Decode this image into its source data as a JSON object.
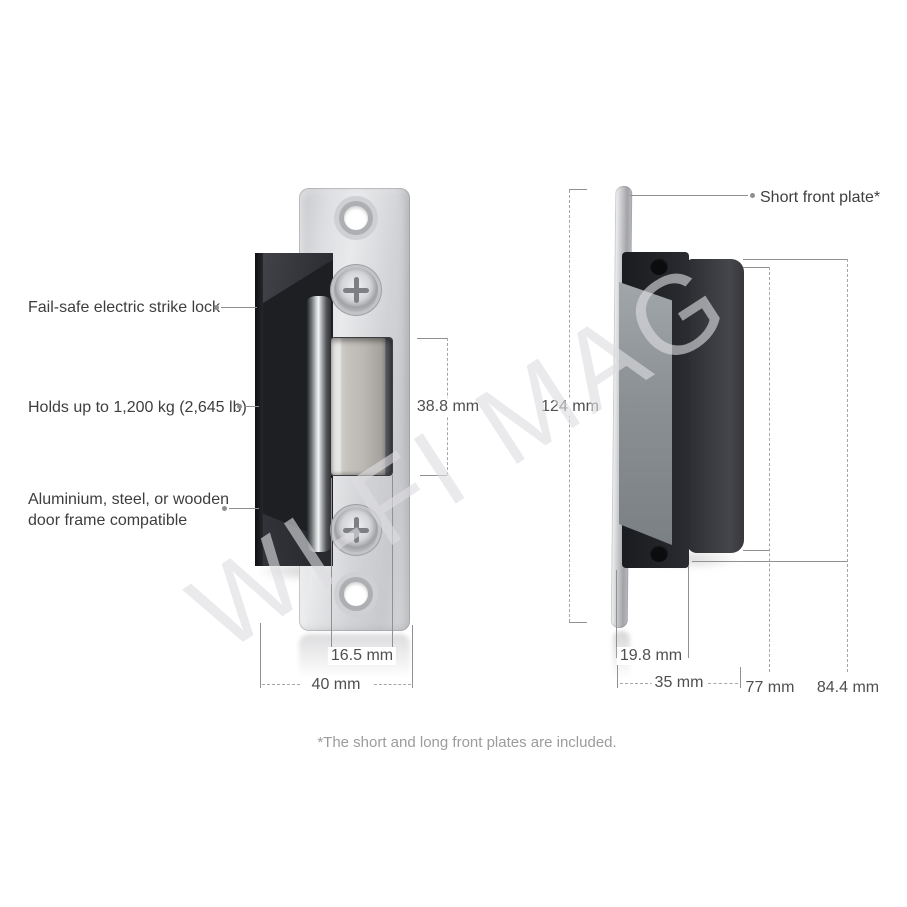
{
  "callouts": {
    "fail_safe": "Fail-safe electric strike lock",
    "holding_force": "Holds up to 1,200 kg (2,645 lb)",
    "frame_compat_line1": "Aluminium, steel, or wooden",
    "frame_compat_line2": "door frame compatible",
    "short_front_plate": "Short front plate*"
  },
  "dimensions_front_view": {
    "latch_opening_height": "38.8 mm",
    "latch_opening_width": "16.5 mm",
    "overall_width": "40 mm"
  },
  "dimensions_side_view": {
    "overall_height": "124 mm",
    "rear_body_height": "77 mm",
    "body_height_with_tabs": "84.4 mm",
    "body_depth": "19.8 mm",
    "total_depth": "35 mm"
  },
  "footnote": "*The short and long front plates are included.",
  "watermark": "WI-FI MAG",
  "colors": {
    "background": "#ffffff",
    "plate_silver": "#d8d9db",
    "body_black": "#1e1f23",
    "side_panel_gray": "#8b9194",
    "cavity_beige": "#bab7b2",
    "annotation_line": "#8f8f8f",
    "label_text": "#3e3e3e",
    "dimension_text": "#4f4f4f",
    "footnote_text": "#9c9c9c"
  }
}
